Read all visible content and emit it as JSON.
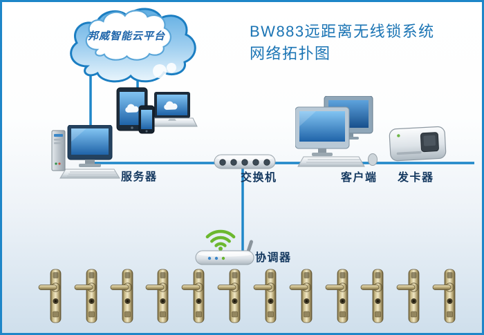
{
  "title": {
    "line1": "BW883远距离无线锁系统",
    "line2": "网络拓扑图"
  },
  "cloud": {
    "label": "邦威智能云平台"
  },
  "nodes": {
    "server": {
      "label": "服务器"
    },
    "switch": {
      "label": "交换机"
    },
    "client": {
      "label": "客户端"
    },
    "card_issuer": {
      "label": "发卡器"
    },
    "coordinator": {
      "label": "协调器"
    }
  },
  "locks": {
    "count": 12
  },
  "colors": {
    "border": "#1e86c8",
    "connection_line": "#1f87c9",
    "title_text": "#1a74b4",
    "node_label_text": "#14385f",
    "cloud_blue": "#5fade2",
    "screen_blue": "#2a76b8",
    "wifi_green": "#6cb82f",
    "lock_gold": "#c9ba88"
  }
}
